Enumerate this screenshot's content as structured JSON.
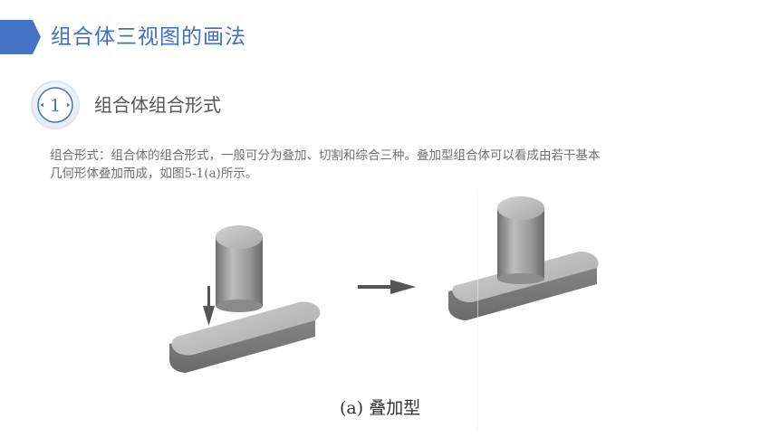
{
  "header": {
    "title": "组合体三视图的画法",
    "accent_color": "#4472c4"
  },
  "section": {
    "number": "1",
    "title": "组合体组合形式"
  },
  "body": {
    "line1": "组合形式：组合体的组合形式，一般可分为叠加、切割和综合三种。叠加型组合体可以看成由若干基本",
    "line2": "几何形体叠加而成，如图5-1(a)所示。"
  },
  "figure": {
    "caption": "(a) 叠加型",
    "icons": [
      "down-arrow-icon",
      "right-arrow-icon"
    ]
  }
}
